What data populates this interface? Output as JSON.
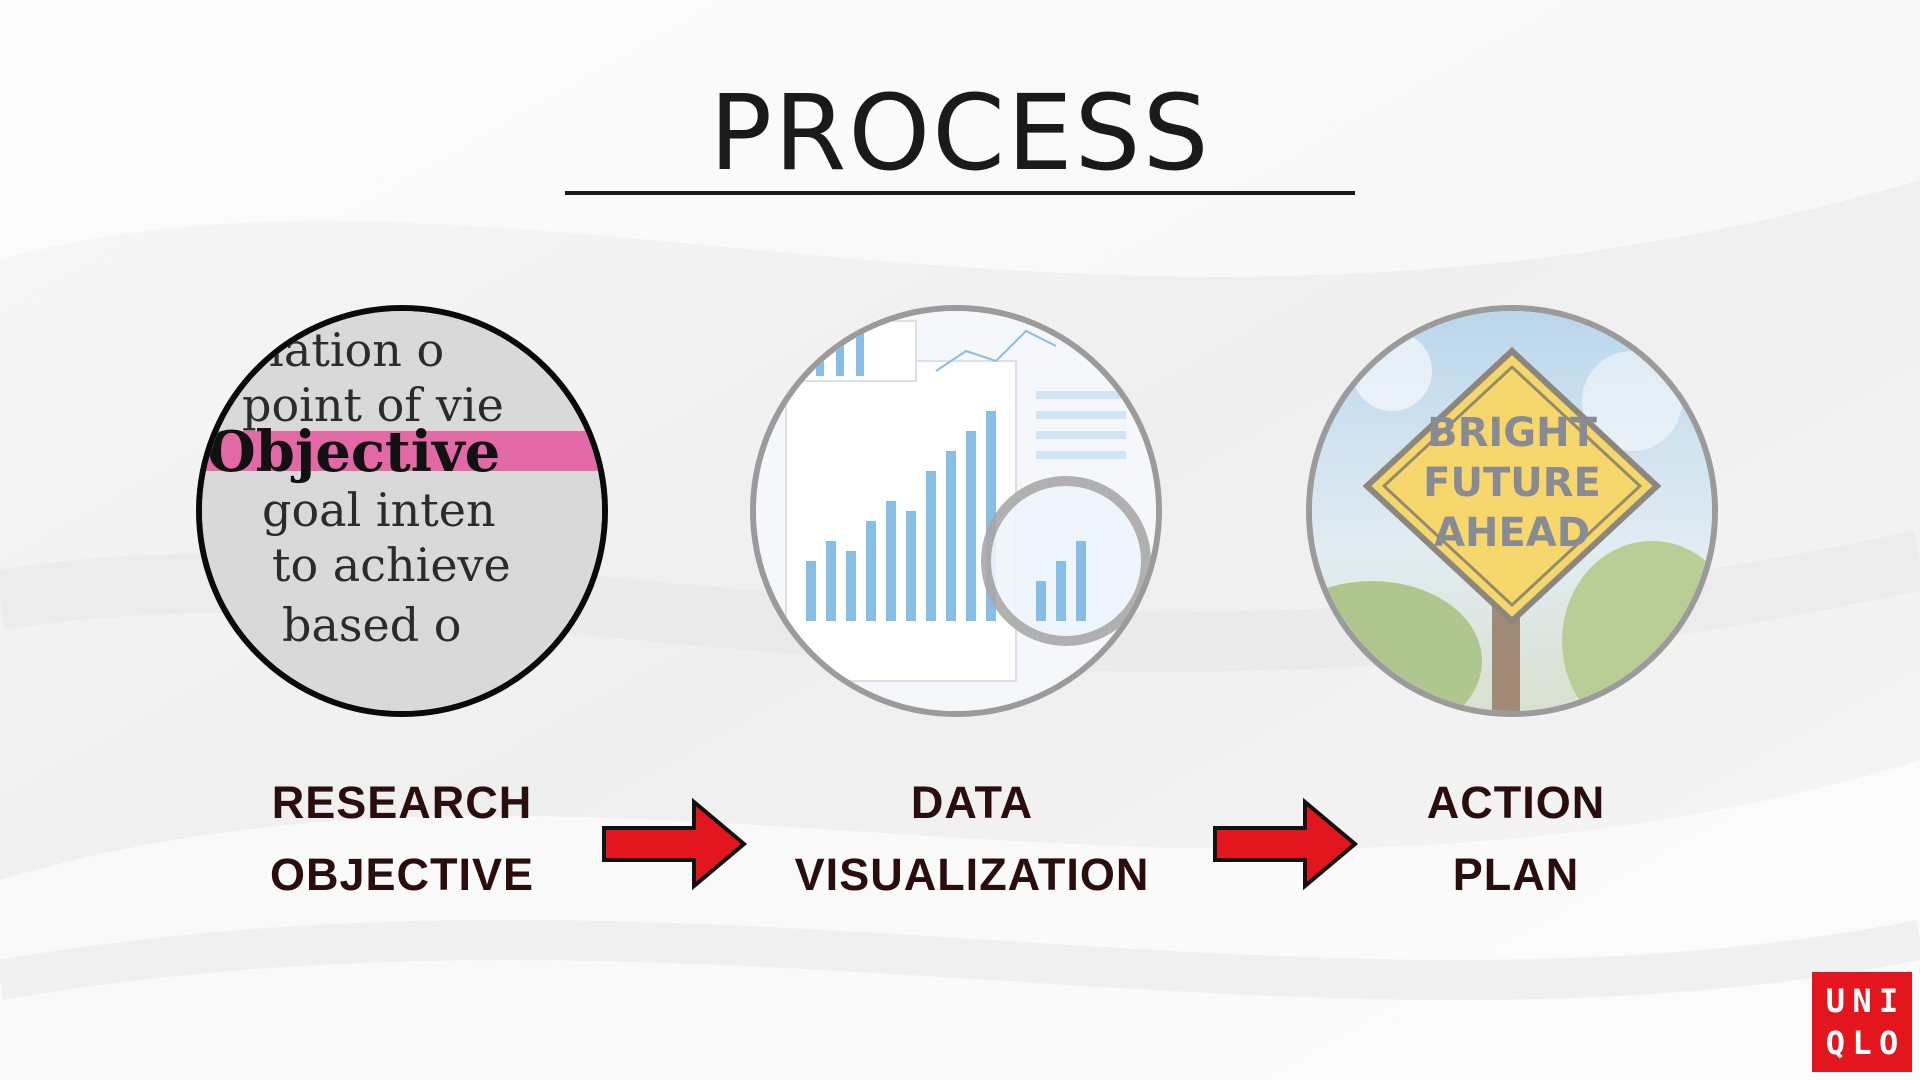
{
  "title": "PROCESS",
  "steps": [
    {
      "line1": "RESEARCH",
      "line2": "OBJECTIVE",
      "image_icon": "dictionary-objective-photo-icon",
      "image_words": [
        "elation o",
        "point of vie",
        "Objective",
        "goal inten",
        "to achieve",
        "based o"
      ]
    },
    {
      "line1": "DATA",
      "line2": "VISUALIZATION",
      "image_icon": "charts-magnifier-photo-icon"
    },
    {
      "line1": "ACTION",
      "line2": "PLAN",
      "image_icon": "road-sign-photo-icon",
      "sign_words": [
        "BRIGHT",
        "FUTURE",
        "AHEAD"
      ]
    }
  ],
  "arrow_icon": "right-arrow-icon",
  "logo": {
    "letters": [
      "U",
      "N",
      "I",
      "Q",
      "L",
      "O"
    ],
    "color": "#e3161e"
  },
  "colors": {
    "label_text": "#2a0e0e",
    "arrow_fill": "#e3161e",
    "highlight": "#e3559b"
  }
}
